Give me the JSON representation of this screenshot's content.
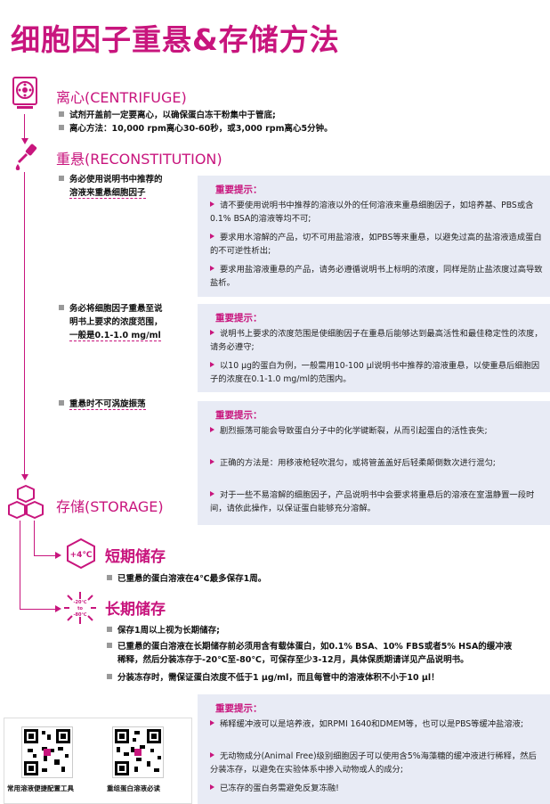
{
  "title": "细胞因子重悬&存储方法",
  "sections": {
    "centrifuge": {
      "heading": "离心(CENTRIFUGE)",
      "bullets": [
        "试剂开盖前一定要离心，以确保蛋白冻干粉集中于管底;",
        "离心方法：10,000 rpm离心30-60秒，或3,000 rpm离心5分钟。"
      ]
    },
    "reconstitution": {
      "heading": "重悬(RECONSTITUTION)",
      "groups": [
        {
          "bullet_lines": [
            "务必使用说明书中推荐的",
            "溶液来重悬细胞因子"
          ],
          "tip_title": "重要提示：",
          "tips": [
            "请不要使用说明书中推荐的溶液以外的任何溶液来重悬细胞因子，如培养基、PBS或含0.1% BSA的溶液等均不可;",
            "要求用水溶解的产品，切不可用盐溶液，如PBS等来重悬，以避免过高的盐溶液造成蛋白的不可逆性析出;",
            "要求用盐溶液重悬的产品，请务必遵循说明书上标明的浓度，同样是防止盐浓度过高导致盐析。"
          ]
        },
        {
          "bullet_lines": [
            "务必将细胞因子重悬至说",
            "明书上要求的浓度范围，",
            "一般是0.1-1.0 mg/ml"
          ],
          "tip_title": "重要提示：",
          "tips": [
            "说明书上要求的浓度范围是使细胞因子在重悬后能够达到最高活性和最佳稳定性的浓度，请务必遵守;",
            "以10 μg的蛋白为例，一般需用10-100 μl说明书中推荐的溶液重悬，以使重悬后细胞因子的浓度在0.1-1.0 mg/ml的范围内。"
          ]
        },
        {
          "bullet_lines": [
            "重悬时不可涡旋振荡"
          ],
          "tip_title": "重要提示：",
          "tips": [
            "剧烈振荡可能会导致蛋白分子中的化学键断裂，从而引起蛋白的活性丧失;",
            "正确的方法是：用移液枪轻吹混匀，或将管盖盖好后轻柔颠倒数次进行混匀;",
            "对于一些不易溶解的细胞因子，产品说明书中会要求将重悬后的溶液在室温静置一段时间，请依此操作，以保证蛋白能够充分溶解。"
          ]
        }
      ]
    },
    "storage": {
      "heading": "存储(STORAGE)",
      "short_term": {
        "heading": "短期储存",
        "icon_text": "+4℃",
        "bullets": [
          "已重悬的蛋白溶液在4℃最多保存1周。"
        ]
      },
      "long_term": {
        "heading": "长期储存",
        "icon_text_top": "-20℃",
        "icon_text_mid": "to",
        "icon_text_bottom": "-80℃",
        "bullets": [
          "保存1周以上视为长期储存;",
          "已重悬的蛋白溶液在长期储存前必须用含有载体蛋白，如0.1% BSA、10% FBS或者5% HSA的缓冲液",
          "稀释，然后分装冻存于-20℃至-80℃，可保存至少3-12月，具体保质期请详见产品说明书。",
          "分装冻存时，需保证蛋白浓度不低于1 μg/ml，而且每管中的溶液体积不小于10 μl！"
        ]
      },
      "tip_title": "重要提示：",
      "tips": [
        "稀释缓冲液可以是培养液，如RPMI 1640和DMEM等，也可以是PBS等缓冲盐溶液;",
        "无动物成分(Animal Free)级别细胞因子可以使用含5%海藻糖的缓冲液进行稀释，然后分装冻存，以避免在实验体系中掺入动物或人的成分;",
        "已冻存的蛋白务需避免反复冻融!"
      ]
    }
  },
  "qr_codes": [
    {
      "label": "常用溶液便捷配置工具"
    },
    {
      "label": "重组蛋白溶液必读"
    }
  ],
  "colors": {
    "accent": "#c8157d",
    "tip_bg": "#e8ebf5"
  }
}
